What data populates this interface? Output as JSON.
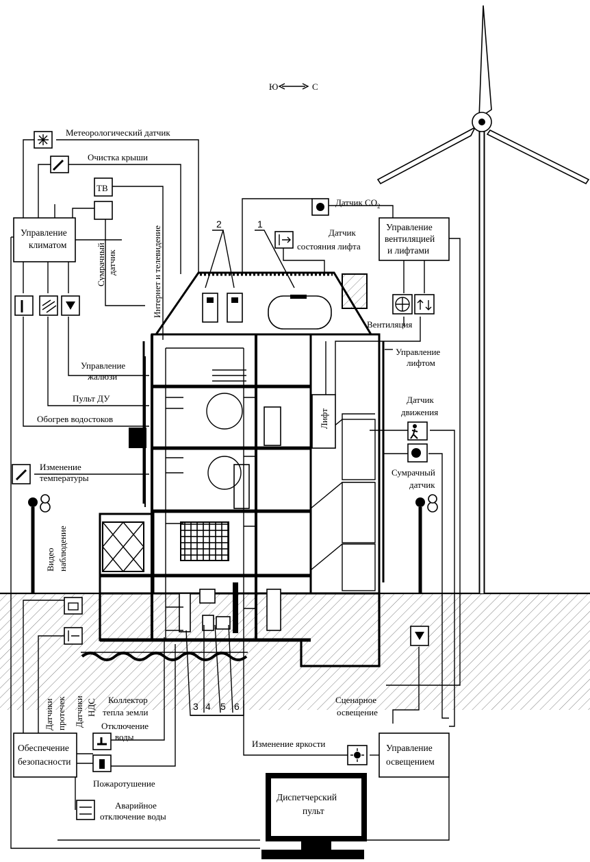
{
  "compass": {
    "south": "Ю",
    "north": "С"
  },
  "controllers": {
    "climate": [
      "Управление",
      "климатом"
    ],
    "ventilation": [
      "Управление",
      "вентиляцией",
      "и лифтами"
    ],
    "security": [
      "Обеспечение",
      "безопасности"
    ],
    "lighting": [
      "Управление",
      "освещением"
    ]
  },
  "labels": {
    "meteo_sensor": "Метеорологический датчик",
    "roof_cleaning": "Очистка крыши",
    "tv": "ТВ",
    "twilight_sensor_top": [
      "Сумрачный",
      "датчик"
    ],
    "internet_tv": "Интернет и телевидение",
    "co2_sensor": "Датчик CO",
    "co2_subscript": "2",
    "lift_state_sensor": [
      "Датчик",
      "состояния лифта"
    ],
    "ventilation": "Вентиляция",
    "lift_control": [
      "Управление",
      "лифтом"
    ],
    "blinds_control": [
      "Управление",
      "жалюзи"
    ],
    "remote": "Пульт ДУ",
    "gutter_heating": "Обогрев водостоков",
    "temp_change": [
      "Изменение",
      "температуры"
    ],
    "video_surveillance": [
      "Видео",
      "наблюдение"
    ],
    "motion_sensor": [
      "Датчик",
      "движения"
    ],
    "twilight_sensor_right": [
      "Сумрачный",
      "датчик"
    ],
    "lift": "Лифт",
    "leak_sensors": [
      "Датчики",
      "протечек"
    ],
    "nds_sensors": [
      "Датчики",
      "НДС"
    ],
    "ground_collector": [
      "Коллектор",
      "тепла земли"
    ],
    "water_shutoff": [
      "Отключение",
      "воды"
    ],
    "fire_extinguishing": "Пожаротушение",
    "emergency_water": [
      "Аварийное",
      "отключение воды"
    ],
    "scenario_lighting": [
      "Сценарное",
      "освещение"
    ],
    "brightness_change": "Изменение яркости",
    "dispatcher": [
      "Диспетчерский",
      "пульт"
    ]
  },
  "callouts": [
    "1",
    "2",
    "3",
    "4",
    "5",
    "6"
  ],
  "icons": [
    "snowflake-icon",
    "brush-icon",
    "tv-icon",
    "moon-sun-icon",
    "thermometer-icon",
    "heating-icon",
    "blinds-icon",
    "co2-icon",
    "lift-sensor-icon",
    "fan-icon",
    "lift-arrows-icon",
    "motion-icon",
    "twilight-icon",
    "water-meter-icon",
    "sensor-icon",
    "tap-icon",
    "extinguisher-icon",
    "valve-icon",
    "lamp-icon",
    "ground-sensor-icon",
    "wind-turbine-icon",
    "monitor-icon"
  ]
}
